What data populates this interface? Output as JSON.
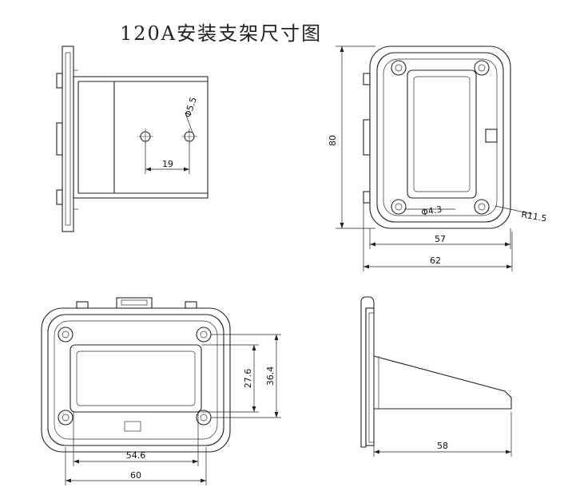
{
  "title": "120A安装支架尺寸图",
  "dims": {
    "hole_dia": "Φ5.5",
    "hole_pitch": "19",
    "height": "80",
    "inner_width": "57",
    "outer_width": "62",
    "small_hole": "Φ4.3",
    "radius": "R11.5",
    "window_h": "27.6",
    "hole_span_h": "36.4",
    "bottom_inner": "54.6",
    "bottom_outer": "60",
    "depth": "58"
  }
}
